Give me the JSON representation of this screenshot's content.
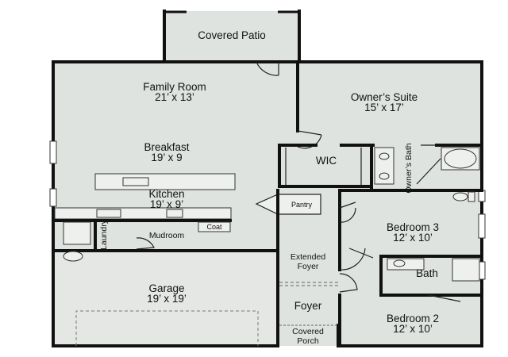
{
  "plan": {
    "rooms": {
      "covered_patio": {
        "name": "Covered Patio"
      },
      "family_room": {
        "name": "Family Room",
        "dims": "21’ x 13’"
      },
      "owners_suite": {
        "name": "Owner’s Suite",
        "dims": "15’ x 17’"
      },
      "breakfast": {
        "name": "Breakfast",
        "dims": "19’ x 9"
      },
      "wic": {
        "name": "WIC"
      },
      "owners_bath": {
        "name": "Owner’s Bath"
      },
      "kitchen": {
        "name": "Kitchen",
        "dims": "19’ x 9’"
      },
      "pantry": {
        "name": "Pantry"
      },
      "laundry": {
        "name": "Laundry"
      },
      "mudroom": {
        "name": "Mudroom"
      },
      "coat": {
        "name": "Coat"
      },
      "bedroom3": {
        "name": "Bedroom 3",
        "dims": "12’ x 10’"
      },
      "extended_foyer": {
        "line1": "Extended",
        "line2": "Foyer"
      },
      "bath": {
        "name": "Bath"
      },
      "garage": {
        "name": "Garage",
        "dims": "19’ x 19’"
      },
      "foyer": {
        "name": "Foyer"
      },
      "bedroom2": {
        "name": "Bedroom 2",
        "dims": "12’ x 10’"
      },
      "covered_porch": {
        "line1": "Covered",
        "line2": "Porch"
      }
    }
  }
}
